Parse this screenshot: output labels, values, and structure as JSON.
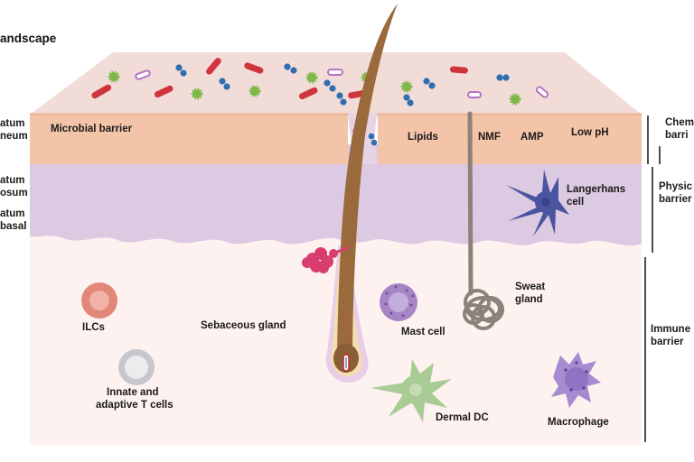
{
  "title": "andscape",
  "layers": {
    "corneum": [
      "atum",
      "neum"
    ],
    "spinosum": [
      "atum",
      "osum"
    ],
    "basal": [
      "atum",
      "basal"
    ]
  },
  "barriers": {
    "chemical": [
      "Chem",
      "barri"
    ],
    "physical": [
      "Physic",
      "barrier"
    ],
    "immune": [
      "Immune",
      "barrier"
    ]
  },
  "labels": {
    "microbial_barrier": "Microbial barrier",
    "lipids": "Lipids",
    "nmf": "NMF",
    "amp": "AMP",
    "low_ph": "Low pH",
    "langerhans": [
      "Langerhans",
      "cell"
    ],
    "sweat_gland": [
      "Sweat",
      "gland"
    ],
    "ilcs": "ILCs",
    "sebaceous_gland": "Sebaceous gland",
    "mast_cell": "Mast cell",
    "t_cells": [
      "Innate and",
      "adaptive T cells"
    ],
    "dermal_dc": "Dermal DC",
    "macrophage": "Macrophage"
  },
  "colors": {
    "surface_top": "#f2dcd8",
    "corneum": "#f3c4a8",
    "spinosum": "#dcc9e2",
    "dermis": "#fdf2f0",
    "hair": "#9a6a3c",
    "sebaceous": "#d93d70",
    "bacteria_rod": "#d0343c",
    "bacteria_green": "#7fb84a",
    "cocci": "#2f6fb0",
    "capsule": "#b474c4",
    "sweat_duct": "#8d8279",
    "langerhans": "#4a54a0",
    "ilc": "#e2877a",
    "mast": "#a785c5",
    "tcell": "#c5c7cc",
    "dc": "#a9cb95",
    "macrophage": "#a58bd0"
  }
}
